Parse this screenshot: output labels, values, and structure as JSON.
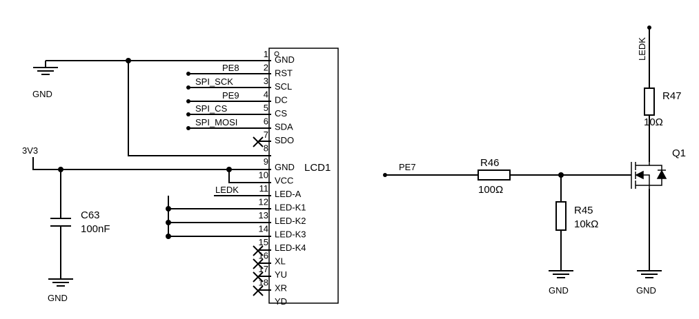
{
  "lcd": {
    "ref": "LCD1",
    "pins": [
      {
        "num": "1",
        "name": "GND"
      },
      {
        "num": "2",
        "name": "RST"
      },
      {
        "num": "3",
        "name": "SCL"
      },
      {
        "num": "4",
        "name": "DC"
      },
      {
        "num": "5",
        "name": "CS"
      },
      {
        "num": "6",
        "name": "SDA"
      },
      {
        "num": "7",
        "name": "SDO"
      },
      {
        "num": "8",
        "name": ""
      },
      {
        "num": "9",
        "name": "GND"
      },
      {
        "num": "10",
        "name": "VCC"
      },
      {
        "num": "11",
        "name": "LED-A"
      },
      {
        "num": "12",
        "name": "LED-K1"
      },
      {
        "num": "13",
        "name": "LED-K2"
      },
      {
        "num": "14",
        "name": "LED-K3"
      },
      {
        "num": "15",
        "name": "LED-K4"
      },
      {
        "num": "16",
        "name": "XL"
      },
      {
        "num": "17",
        "name": "YU"
      },
      {
        "num": "18",
        "name": "XR"
      },
      {
        "num": "",
        "name": "YD"
      }
    ]
  },
  "nets": {
    "pe8": "PE8",
    "spi_sck": "SPI_SCK",
    "pe9": "PE9",
    "spi_cs": "SPI_CS",
    "spi_mosi": "SPI_MOSI",
    "ledk_left": "LEDK",
    "ledk_right": "LEDK",
    "v3v3": "3V3",
    "pe7": "PE7"
  },
  "grounds": {
    "gnd_top_left": "GND",
    "gnd_cap": "GND",
    "gnd_r45": "GND",
    "gnd_q1": "GND"
  },
  "components": {
    "c63": {
      "ref": "C63",
      "value": "100nF"
    },
    "r46": {
      "ref": "R46",
      "value": "100Ω"
    },
    "r45": {
      "ref": "R45",
      "value": "10kΩ"
    },
    "r47": {
      "ref": "R47",
      "value": "10Ω"
    },
    "q1": {
      "ref": "Q1"
    }
  },
  "colors": {
    "wire": "#000000",
    "background": "#ffffff"
  }
}
